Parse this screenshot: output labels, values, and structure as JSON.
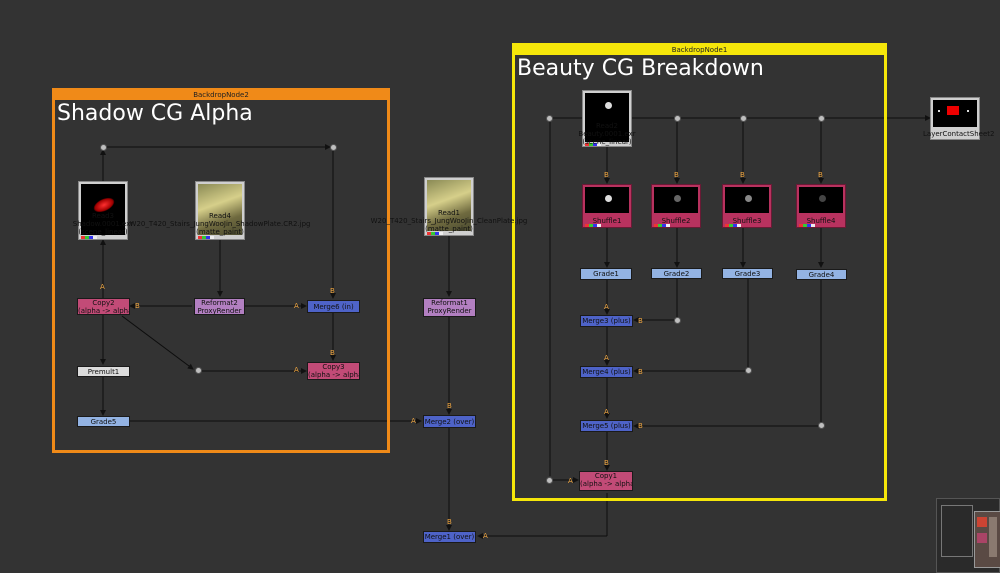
{
  "backdrops": {
    "b2": {
      "name": "BackdropNode2",
      "title": "Shadow CG Alpha"
    },
    "b1": {
      "name": "BackdropNode1",
      "title": "Beauty CG Breakdown"
    }
  },
  "nodes": {
    "read3": {
      "name": "Read3",
      "file": "Shadow.0001.exr",
      "colorspace": "(scene_linear)"
    },
    "read4": {
      "name": "Read4",
      "file": "W20_T420_Stairs_JungWooJin_ShadowPlate.CR2.jpg",
      "colorspace": "(matte_paint)"
    },
    "read1": {
      "name": "Read1",
      "file": "W20_T420_Stairs_JungWooJin_CleanPlate.jpg",
      "colorspace": "(matte_paint)"
    },
    "read2": {
      "name": "Read2",
      "file": "Beauty.0001.exr",
      "colorspace": "(scene_linear)"
    },
    "copy2": {
      "name": "Copy2",
      "sub": "(alpha -> alpha)"
    },
    "reformat2": {
      "name": "Reformat2",
      "sub": "ProxyRender"
    },
    "reformat1": {
      "name": "Reformat1",
      "sub": "ProxyRender"
    },
    "merge6": {
      "name": "Merge6 (in)"
    },
    "copy3": {
      "name": "Copy3",
      "sub": "(alpha -> alpha)"
    },
    "premult1": {
      "name": "Premult1"
    },
    "grade5": {
      "name": "Grade5"
    },
    "merge2": {
      "name": "Merge2 (over)"
    },
    "merge1": {
      "name": "Merge1 (over)"
    },
    "shuffle1": {
      "name": "Shuffle1"
    },
    "shuffle2": {
      "name": "Shuffle2"
    },
    "shuffle3": {
      "name": "Shuffle3"
    },
    "shuffle4": {
      "name": "Shuffle4"
    },
    "grade1": {
      "name": "Grade1"
    },
    "grade2": {
      "name": "Grade2"
    },
    "grade3": {
      "name": "Grade3"
    },
    "grade4": {
      "name": "Grade4"
    },
    "merge3": {
      "name": "Merge3 (plus)"
    },
    "merge4": {
      "name": "Merge4 (plus)"
    },
    "merge5": {
      "name": "Merge5 (plus)"
    },
    "copy1": {
      "name": "Copy1",
      "sub": "(alpha -> alpha)"
    },
    "contact": {
      "name": "LayerContactSheet2"
    }
  },
  "pins": {
    "a": "A",
    "b": "B"
  },
  "colors": {
    "backdrop2": "#f08a18",
    "backdrop1": "#f5e60a",
    "merge": "#4e63c8",
    "grade": "#93b3e3",
    "copy": "#c24b77",
    "reformat": "#b27fc1",
    "shuffle": "#b8325f",
    "premult": "#dcdcdc",
    "background": "#333333"
  },
  "icons": [
    "read-thumbnail",
    "dot-node",
    "navigator-minimap"
  ]
}
